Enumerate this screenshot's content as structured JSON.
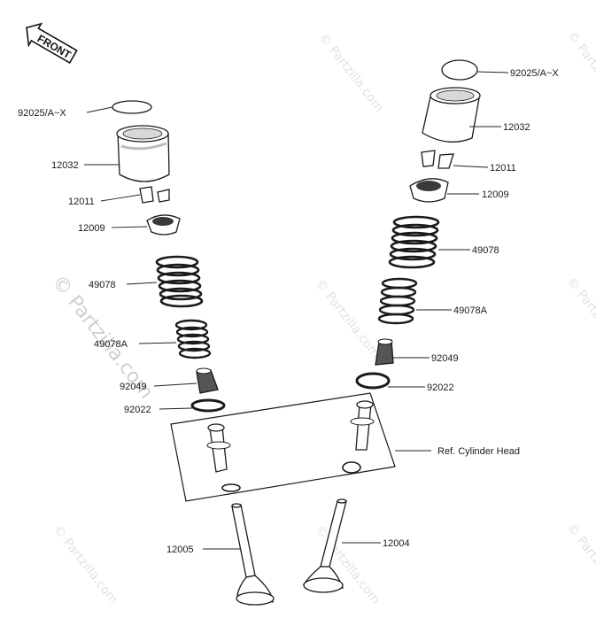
{
  "front_arrow": {
    "label": "FRONT"
  },
  "watermark": {
    "text": "© Partzilla.com"
  },
  "reference": {
    "label": "Ref.  Cylinder Head"
  },
  "left_labels": {
    "l92025": "92025/A~X",
    "l12032": "12032",
    "l12011": "12011",
    "l12009": "12009",
    "l49078": "49078",
    "l49078A": "49078A",
    "l92049": "92049",
    "l92022": "92022",
    "l12005": "12005"
  },
  "right_labels": {
    "r92025": "92025/A~X",
    "r12032": "12032",
    "r12011": "12011",
    "r12009": "12009",
    "r49078": "49078",
    "r49078A": "49078A",
    "r92049": "92049",
    "r92022": "92022",
    "r12004": "12004"
  },
  "colors": {
    "line": "#1a1a1a",
    "watermark": "#cfcfcf",
    "fill_dark": "#2b2b2b",
    "fill_mid": "#8a8a8a"
  }
}
